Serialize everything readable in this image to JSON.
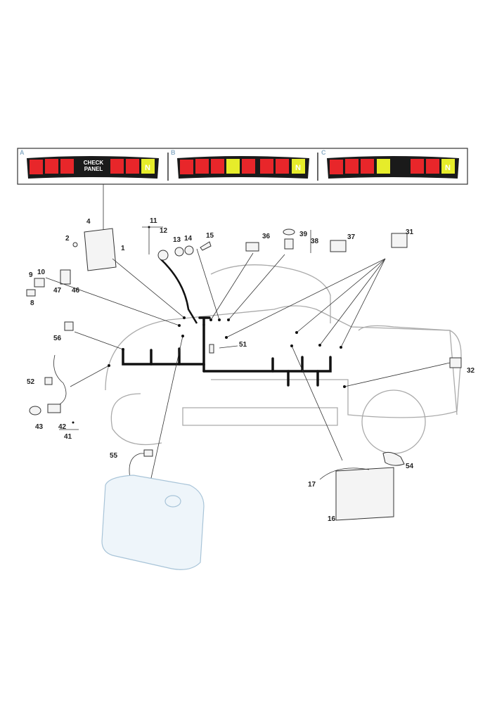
{
  "panels": [
    {
      "letter": "A",
      "center_text_1": "CHECK",
      "center_text_2": "PANEL",
      "n_label": "N"
    },
    {
      "letter": "B",
      "n_label": "N"
    },
    {
      "letter": "C",
      "n_label": "N"
    }
  ],
  "colors": {
    "red": "#e8262a",
    "yellow": "#e6ec2a",
    "panel_bg": "#1a1a1a",
    "tractor_outline": "#aaaaaa",
    "tank_outline": "#a8c4d8"
  },
  "callouts": [
    "4",
    "2",
    "1",
    "11",
    "12",
    "13",
    "14",
    "15",
    "36",
    "39",
    "38",
    "37",
    "31",
    "9",
    "10",
    "47",
    "46",
    "8",
    "56",
    "51",
    "32",
    "52",
    "43",
    "42",
    "41",
    "55",
    "54",
    "17",
    "16"
  ]
}
